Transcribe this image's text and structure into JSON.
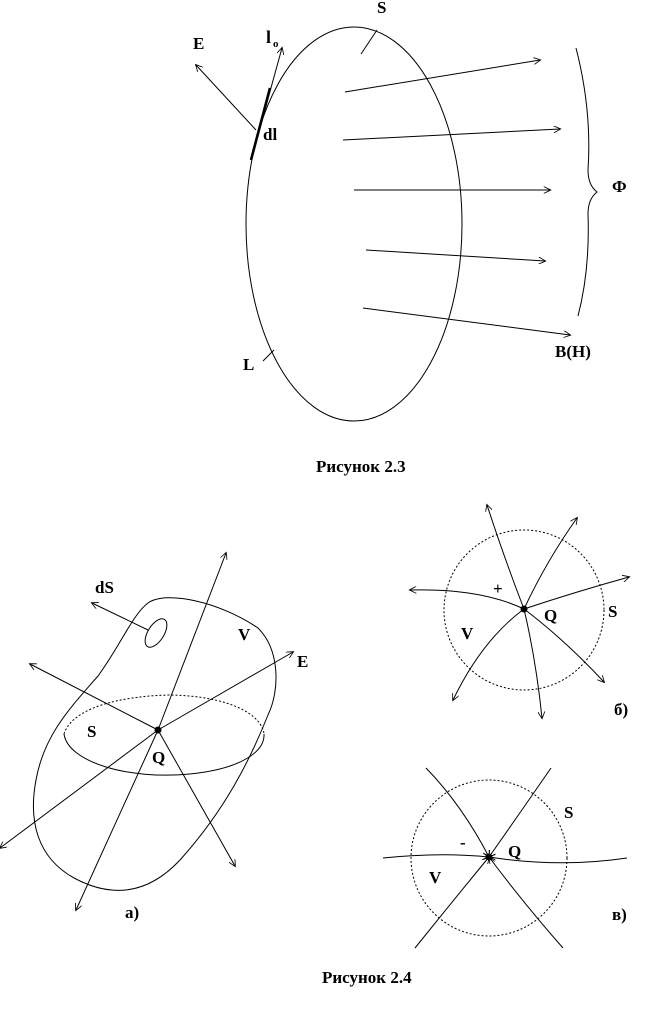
{
  "figure_2_3": {
    "caption": "Рисунок 2.3",
    "labels": {
      "E": "E",
      "l": "l",
      "l_sub": "o",
      "dl": "dl",
      "S": "S",
      "Phi": "Ф",
      "L": "L",
      "BH": "B(H)"
    }
  },
  "figure_2_4": {
    "caption": "Рисунок 2.4",
    "a": {
      "dS": "dS",
      "V": "V",
      "E": "E",
      "S": "S",
      "Q": "Q",
      "tag": "а)"
    },
    "b": {
      "plus": "+",
      "Q": "Q",
      "S": "S",
      "V": "V",
      "tag": "б)"
    },
    "c": {
      "minus": "-",
      "Q": "Q",
      "S": "S",
      "V": "V",
      "tag": "в)"
    }
  }
}
